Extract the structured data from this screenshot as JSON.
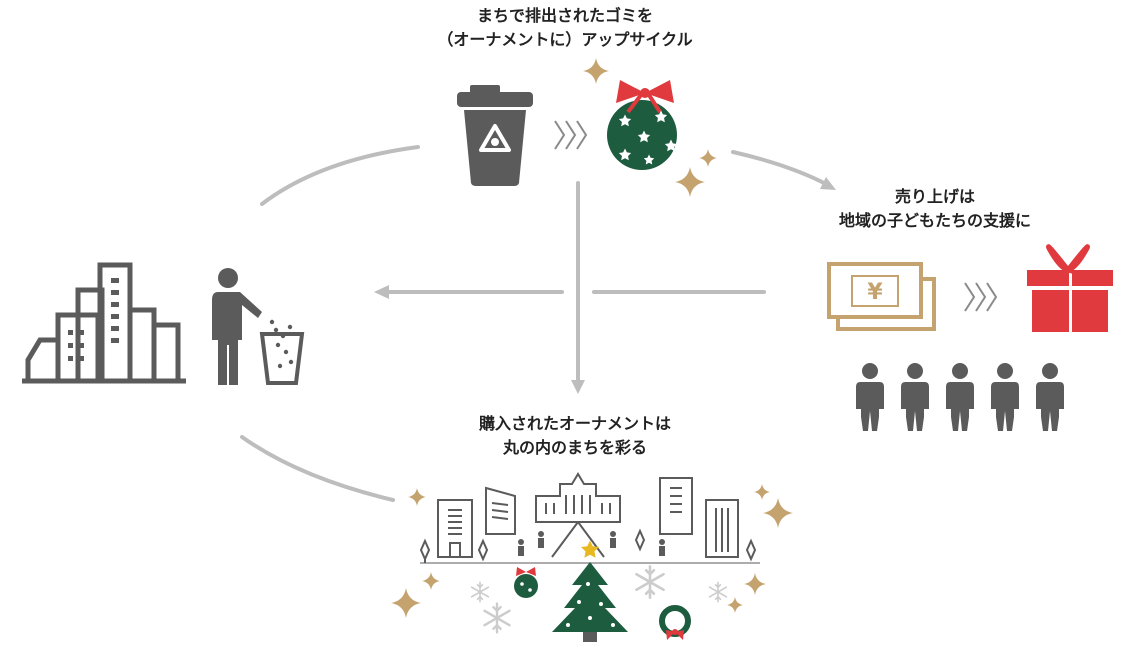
{
  "captions": {
    "upcycle_line1": "まちで排出されたゴミを",
    "upcycle_line2": "（オーナメントに）アップサイクル",
    "support_line1": "売り上げは",
    "support_line2": "地域の子どもたちの支援に",
    "decorate_line1": "購入されたオーナメントは",
    "decorate_line2": "丸の内のまちを彩る"
  },
  "currency_symbol": "¥",
  "colors": {
    "icon_gray": "#5b5b5b",
    "arrow_gray": "#bdbdbd",
    "ornament_green": "#1d5c3f",
    "ribbon_red": "#e0393e",
    "gold": "#c4a36e",
    "star_yellow": "#e8b820",
    "snow_gray": "#cccccc"
  },
  "icons": [
    "city-buildings-icon",
    "person-disposing-trash-icon",
    "recycle-bin-icon",
    "chevrons-right-icon",
    "ornament-ball-icon",
    "sparkle-icon",
    "banknotes-icon",
    "gift-box-icon",
    "children-group-icon",
    "town-street-icon",
    "christmas-tree-icon",
    "wreath-icon",
    "snowflake-icon"
  ]
}
